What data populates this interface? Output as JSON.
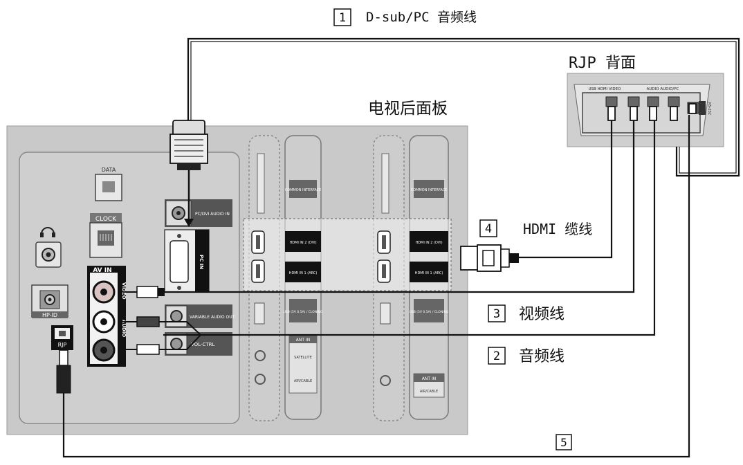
{
  "labels": {
    "cable1": {
      "num": "1",
      "text": "D-sub/PC 音频线"
    },
    "cable2": {
      "num": "2",
      "text": "音频线"
    },
    "cable3": {
      "num": "3",
      "text": "视频线"
    },
    "cable4": {
      "num": "4",
      "text": "HDMI 缆线"
    },
    "cable5": {
      "num": "5"
    },
    "rjp_back": "RJP 背面",
    "tv_back": "电视后面板"
  },
  "tv_ports": {
    "data": "DATA",
    "clock": "CLOCK",
    "av_in": "AV IN",
    "video": "VIDEO",
    "audio": "AUDIO",
    "hp_id": "HP-ID",
    "rjp": "RJP",
    "pc_dvi_audio_in": "PC/DVI AUDIO IN",
    "pc_in": "PC IN",
    "variable_audio_out": "VARIABLE AUDIO OUT",
    "vol_ctrl": "VOL-CTRL",
    "hdmi_in_2": "HDMI IN 2 (DVI)",
    "hdmi_in_1": "HDMI IN 1 (ARC)",
    "common_interface": "COMMON INTERFACE",
    "usb": "USB (5V 0.5A) / CLONING",
    "ant_in": "ANT IN",
    "satellite": "SATELLITE",
    "air_cable": "AIR/CABLE"
  },
  "rjp_ports": {
    "usb_hdmi_video": "USB HDMI VIDEO",
    "audio_pc": "AUDIO AUDIO/PC",
    "rs232": "RS-232"
  }
}
